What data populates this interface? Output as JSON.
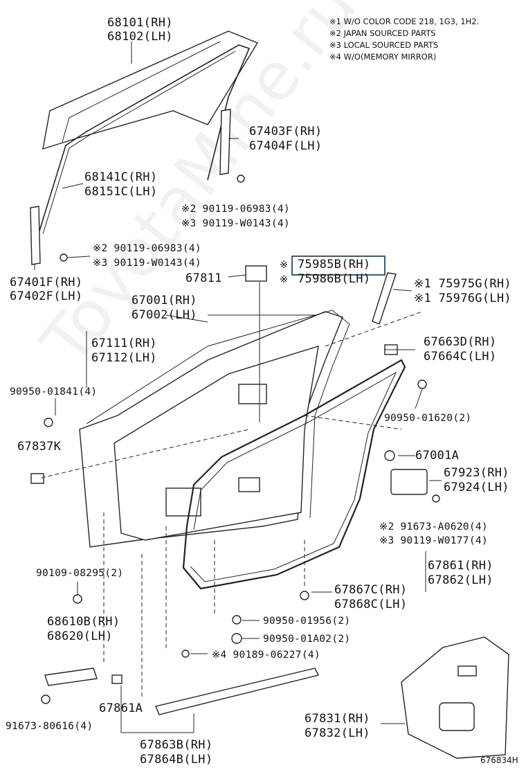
{
  "notes": [
    "※1 W/O COLOR CODE 218, 1G3, 1H2.",
    "※2 JAPAN SOURCED PARTS",
    "※3 LOCAL SOURCED PARTS",
    "※4 W/O(MEMORY MIRROR)"
  ],
  "watermark": "ToyotaMine.ru",
  "diagram_id": "676834H",
  "labels": {
    "p68101": "68101(RH)",
    "p68102": "68102(LH)",
    "p67403F": "67403F(RH)",
    "p67404F": "67404F(LH)",
    "p68141C": "68141C(RH)",
    "p68151C": "68151C(LH)",
    "b1": "※2 90119-06983(4)",
    "b2": "※3 90119-W0143(4)",
    "b3": "※2 90119-06983(4)",
    "b4": "※3 90119-W0143(4)",
    "p67401F": "67401F(RH)",
    "p67402F": "67402F(LH)",
    "p67811": "67811",
    "p75985B": "75985B(RH)",
    "p75986B": "75986B(LH)",
    "mark1": "※",
    "mark2": "※",
    "p75975G": "※1 75975G(RH)",
    "p75976G": "※1 75976G(LH)",
    "p67001": "67001(RH)",
    "p67002": "67002(LH)",
    "p67111": "67111(RH)",
    "p67112": "67112(LH)",
    "p67663D": "67663D(RH)",
    "p67664C": "67664C(LH)",
    "c1": "90950-01841(4)",
    "c2": "90950-01620(2)",
    "p67837K": "67837K",
    "p67001A": "67001A",
    "p67923": "67923(RH)",
    "p67924": "67924(LH)",
    "s1": "※2 91673-A0620(4)",
    "s2": "※3 90119-W0177(4)",
    "c3": "90109-08295(2)",
    "p67861": "67861(RH)",
    "p67862": "67862(LH)",
    "p67867C": "67867C(RH)",
    "p67868C": "67868C(LH)",
    "p68610B": "68610B(RH)",
    "p68620": "68620(LH)",
    "c4": "90950-01956(2)",
    "c5": "90950-01A02(2)",
    "c6": "※4 90189-06227(4)",
    "p67861A": "67861A",
    "c7": "91673-80616(4)",
    "p67831": "67831(RH)",
    "p67832": "67832(LH)",
    "p67863B": "67863B(RH)",
    "p67864B": "67864B(LH)"
  },
  "highlight": "75985B(RH)"
}
